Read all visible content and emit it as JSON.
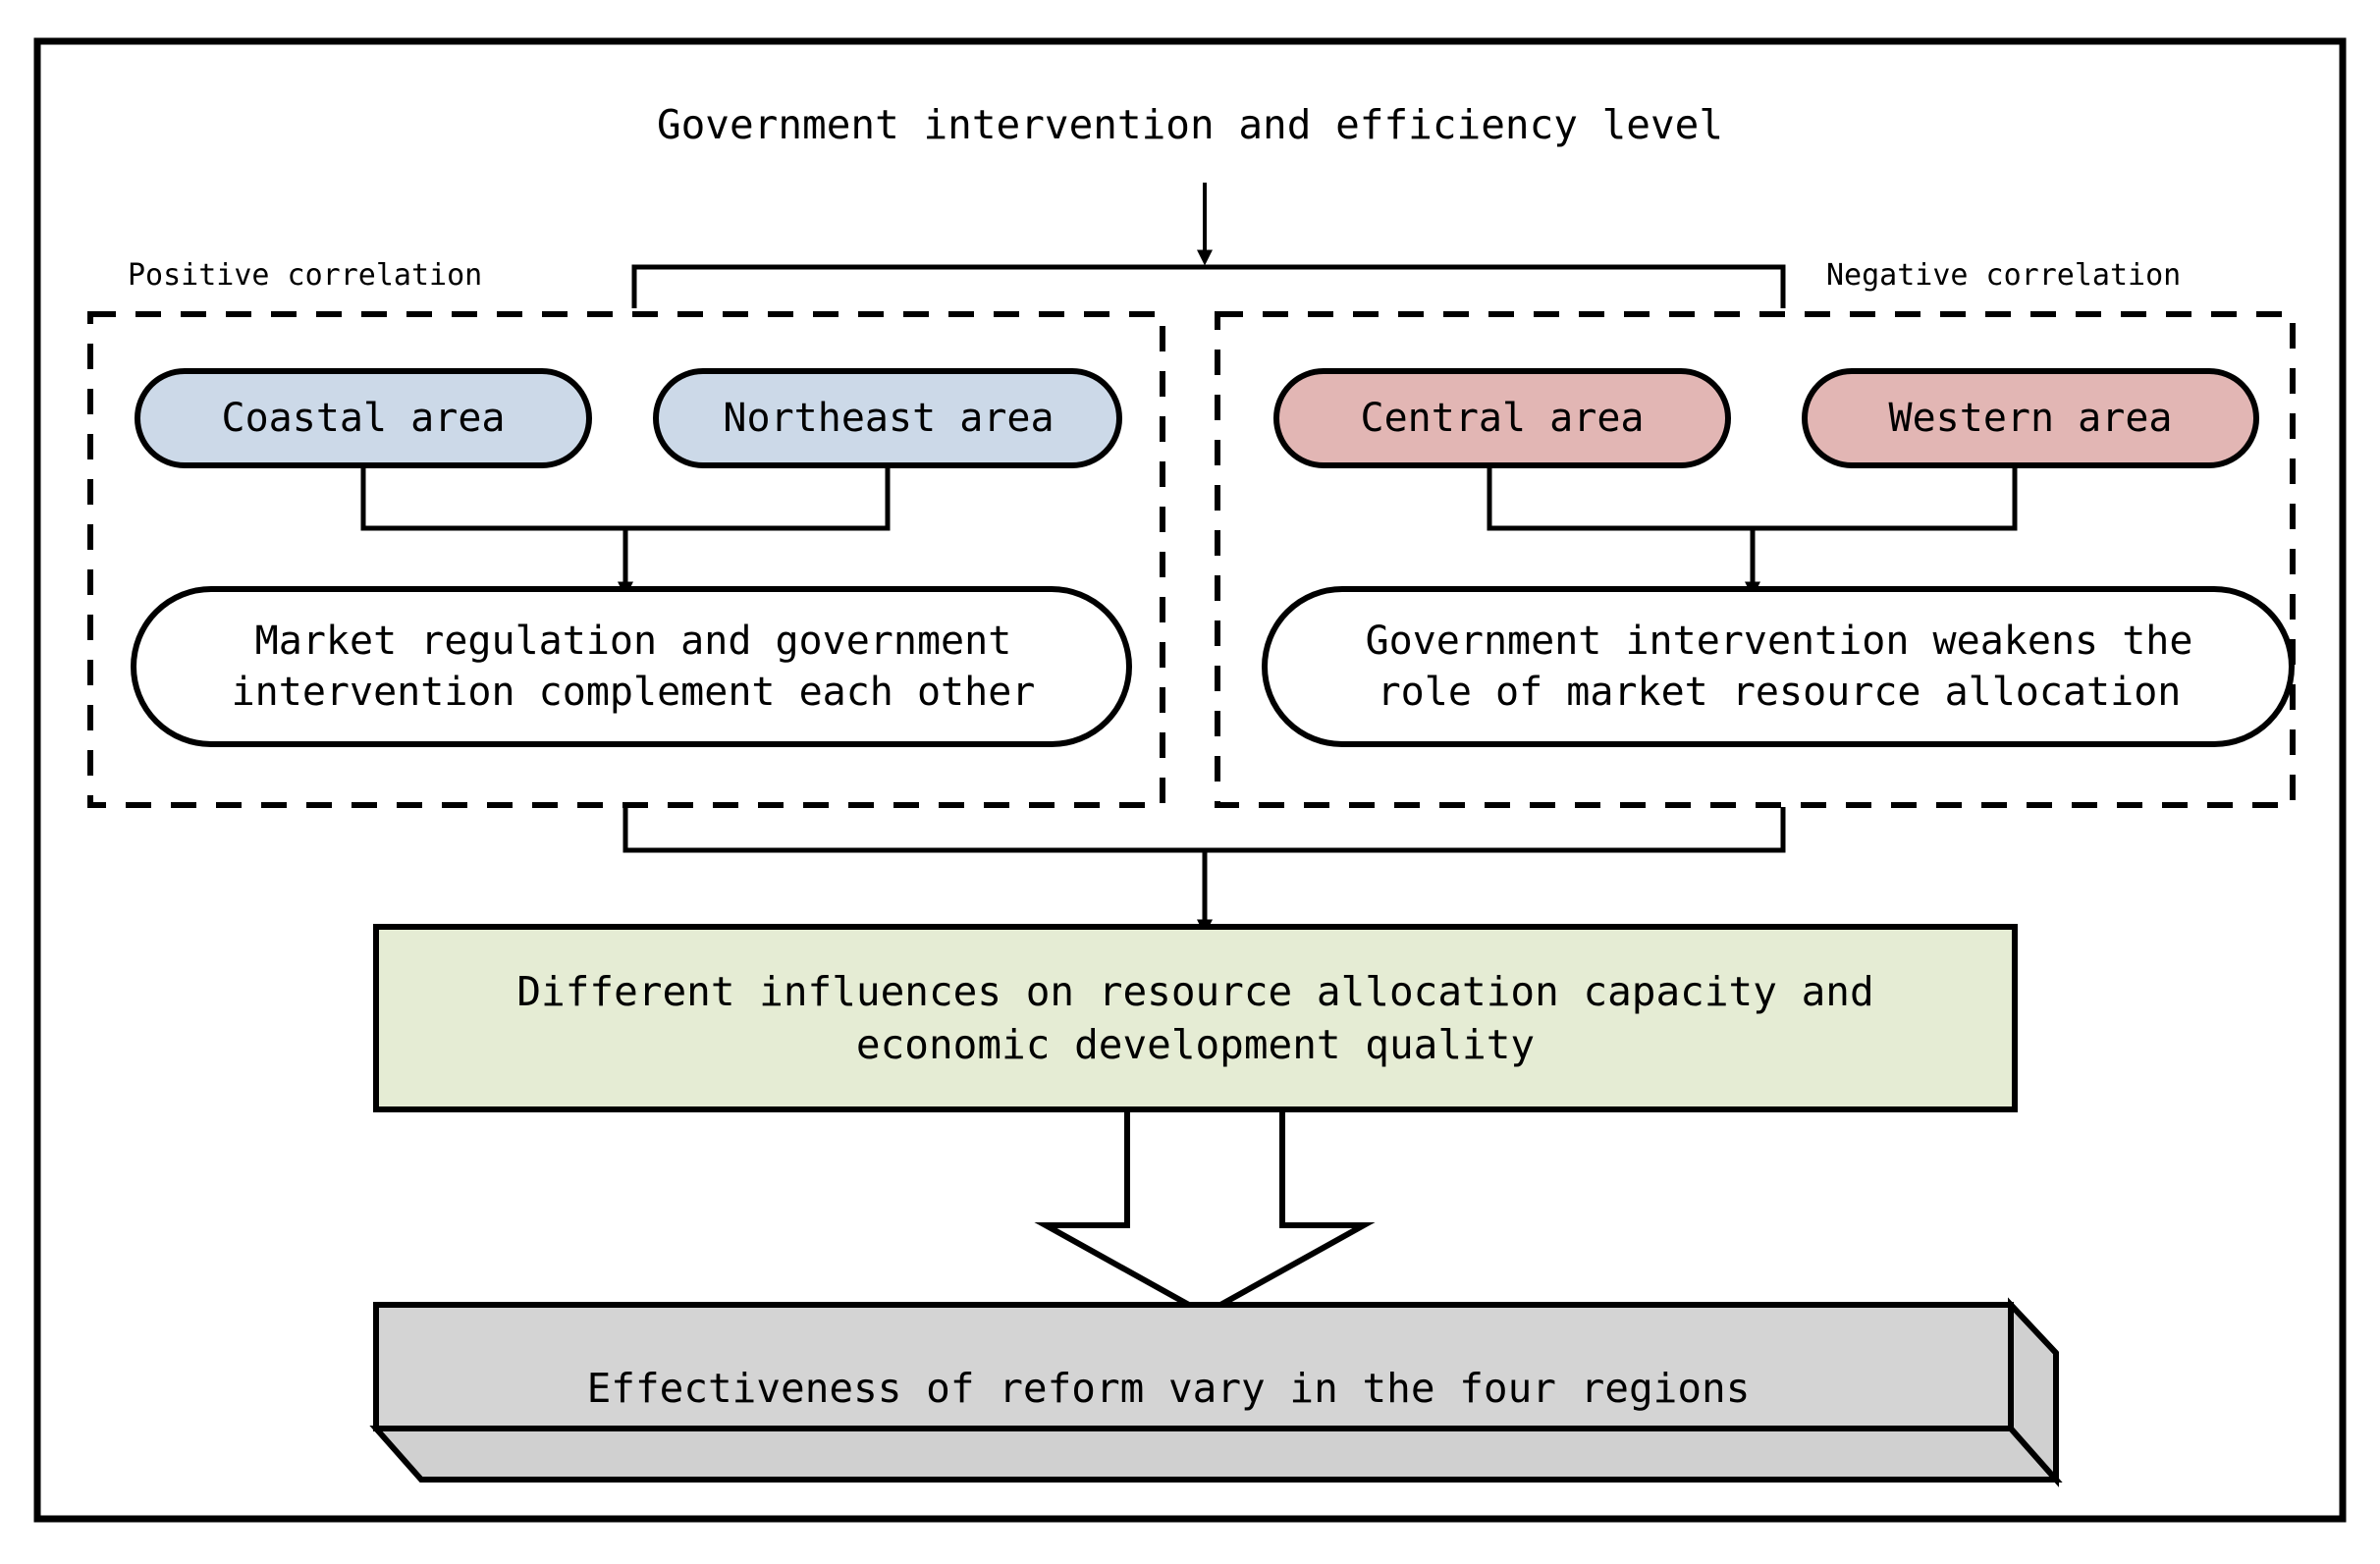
{
  "diagram": {
    "title": "Government intervention and efficiency level",
    "groups": [
      {
        "id": "positive",
        "label": "Positive correlation",
        "pill_fill": "#ccd9e8",
        "nodes": [
          {
            "id": "coastal",
            "label": "Coastal area"
          },
          {
            "id": "northeast",
            "label": "Northeast area"
          }
        ],
        "outcome": "Market regulation and government\nintervention complement each other"
      },
      {
        "id": "negative",
        "label": "Negative correlation",
        "pill_fill": "#e2b6b4",
        "nodes": [
          {
            "id": "central",
            "label": "Central area"
          },
          {
            "id": "western",
            "label": "Western area"
          }
        ],
        "outcome": "Government intervention weakens the\nrole of market resource allocation"
      }
    ],
    "synthesis": "Different influences on resource allocation capacity and\neconomic development quality",
    "conclusion": "Effectiveness of reform vary in the four regions",
    "colors": {
      "outline": "#000000",
      "blue_fill": "#ccd9e8",
      "red_fill": "#e2b6b4",
      "green_fill": "#e5ecd4",
      "gray_fill": "#d4d4d4",
      "gray_side_fill": "#d0d0d0",
      "white_fill": "#ffffff",
      "frame": "#000000"
    }
  }
}
